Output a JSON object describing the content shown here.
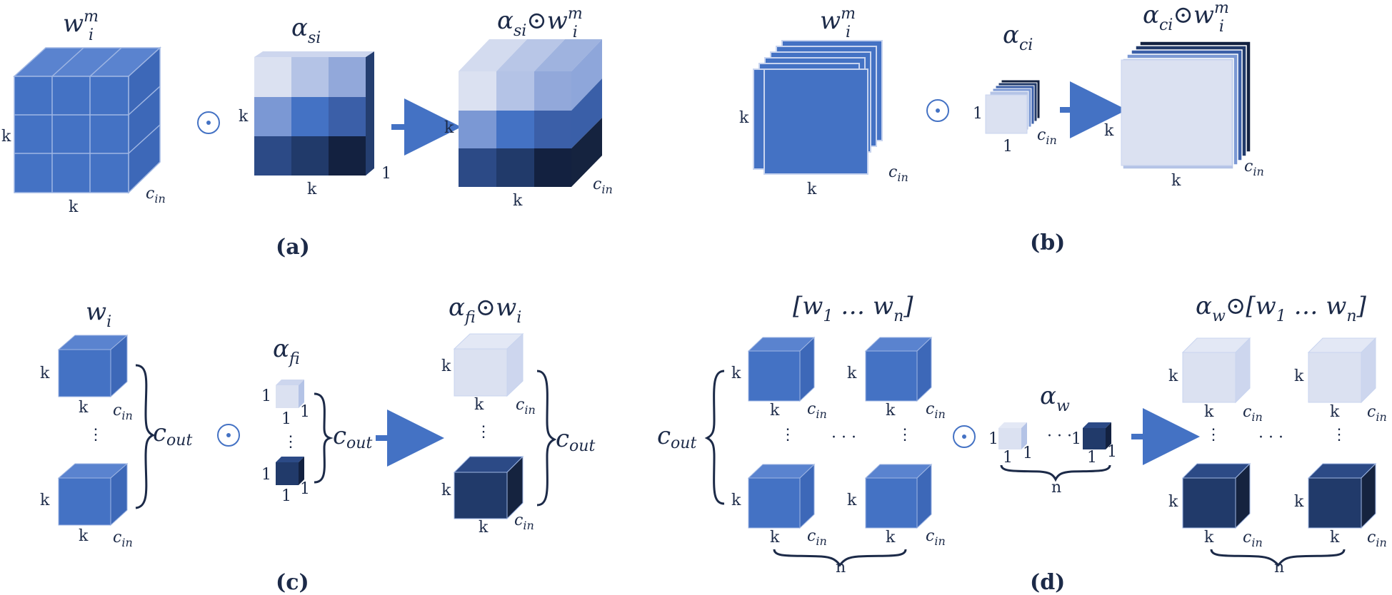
{
  "colors": {
    "blue": "#4472c4",
    "pale": "#dbe1f1",
    "navy": "#213a6a",
    "operator": "#4472c4",
    "arrow": "#4472c4"
  },
  "panels": {
    "a": {
      "caption": "(a)",
      "w_label": "w",
      "w_sup": "m",
      "w_sub": "i",
      "alpha_label": "α",
      "alpha_sub": "si",
      "result_alpha": "α",
      "result_alpha_sub": "si",
      "result_dot": "⊙",
      "result_w": "w",
      "result_w_sup": "m",
      "result_w_sub": "i",
      "k": "k",
      "one": "1",
      "c": "c",
      "c_sub": "in",
      "operator": "⊙"
    },
    "b": {
      "caption": "(b)",
      "w_label": "w",
      "w_sup": "m",
      "w_sub": "i",
      "alpha_label": "α",
      "alpha_sub": "ci",
      "result_alpha": "α",
      "result_alpha_sub": "ci",
      "result_dot": "⊙",
      "result_w": "w",
      "result_w_sup": "m",
      "result_w_sub": "i",
      "k": "k",
      "one": "1",
      "c": "c",
      "c_sub": "in",
      "operator": "⊙"
    },
    "c": {
      "caption": "(c)",
      "w_label": "w",
      "w_sub": "i",
      "alpha_label": "α",
      "alpha_sub": "fi",
      "result_alpha": "α",
      "result_alpha_sub": "fi",
      "result_dot": "⊙",
      "result_w": "w",
      "result_w_sub": "i",
      "k": "k",
      "one": "1",
      "c": "c",
      "c_sub": "in",
      "cout": "c",
      "cout_sub": "out",
      "operator": "⊙"
    },
    "d": {
      "caption": "(d)",
      "w_label": "[w",
      "w_sub1": "1",
      "w_mid": " … w",
      "w_subn": "n",
      "w_close": "]",
      "alpha_label": "α",
      "alpha_sub": "w",
      "result_alpha": "α",
      "result_alpha_sub": "w",
      "result_dot": "⊙",
      "k": "k",
      "one": "1",
      "n": "n",
      "c": "c",
      "c_sub": "in",
      "cout": "c",
      "cout_sub": "out",
      "operator": "⊙",
      "hdots": "· · ·",
      "vdots": "⋮"
    }
  }
}
